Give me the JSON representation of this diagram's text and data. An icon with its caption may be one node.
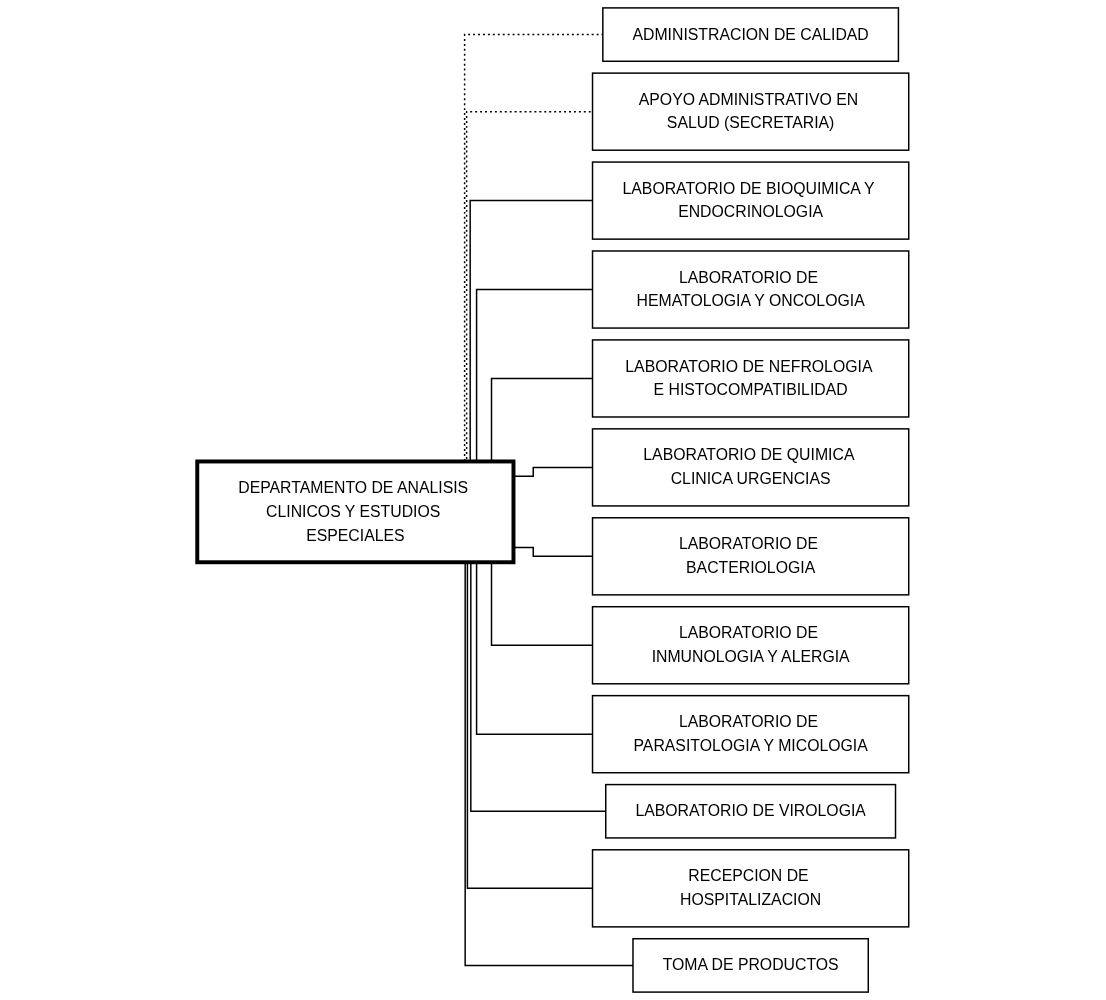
{
  "diagram": {
    "nodes": [
      {
        "text": [
          "DEPARTAMENTO DE ANALISIS CLINICOS Y ESTUDIOS ESPECIALES"
        ]
      },
      {
        "text": [
          "ADMINISTRACION DE CALIDAD"
        ]
      },
      {
        "text": [
          "APOYO ADMINISTRATIVO EN SALUD (SECRETARIA)"
        ]
      },
      {
        "text": [
          "LABORATORIO DE BIOQUIMICA Y ENDOCRINOLOGIA"
        ]
      },
      {
        "text": [
          "LABORATORIO DE HEMATOLOGIA Y ONCOLOGIA"
        ]
      },
      {
        "text": [
          "LABORATORIO DE NEFROLOGIA E HISTOCOMPATIBILIDAD"
        ]
      },
      {
        "text": [
          "LABORATORIO DE QUIMICA CLINICA URGENCIAS"
        ]
      },
      {
        "text": [
          "LABORATORIO DE BACTERIOLOGIA"
        ]
      },
      {
        "text": [
          "LABORATORIO DE INMUNOLOGIA Y ALERGIA"
        ]
      },
      {
        "text": [
          "LABORATORIO DE PARASITOLOGIA Y MICOLOGIA"
        ]
      },
      {
        "text": [
          "LABORATORIO DE VIROLOGIA"
        ]
      },
      {
        "text": [
          "RECEPCION DE HOSPITALIZACION"
        ]
      },
      {
        "text": [
          "TOMA DE PRODUCTOS"
        ]
      }
    ],
    "edges": [
      {
        "from": 0,
        "to": 1,
        "arrow": "none",
        "style": "dashed"
      },
      {
        "from": 0,
        "to": 2,
        "arrow": "none",
        "style": "dashed"
      },
      {
        "from": 0,
        "to": 3,
        "arrow": "none"
      },
      {
        "from": 0,
        "to": 4,
        "arrow": "none"
      },
      {
        "from": 0,
        "to": 5,
        "arrow": "none"
      },
      {
        "from": 0,
        "to": 6,
        "arrow": "none"
      },
      {
        "from": 0,
        "to": 7,
        "arrow": "none"
      },
      {
        "from": 0,
        "to": 8,
        "arrow": "none"
      },
      {
        "from": 0,
        "to": 9,
        "arrow": "none"
      },
      {
        "from": 0,
        "to": 10,
        "arrow": "none"
      },
      {
        "from": 0,
        "to": 11,
        "arrow": "none"
      },
      {
        "from": 0,
        "to": 12,
        "arrow": "none"
      }
    ]
  }
}
